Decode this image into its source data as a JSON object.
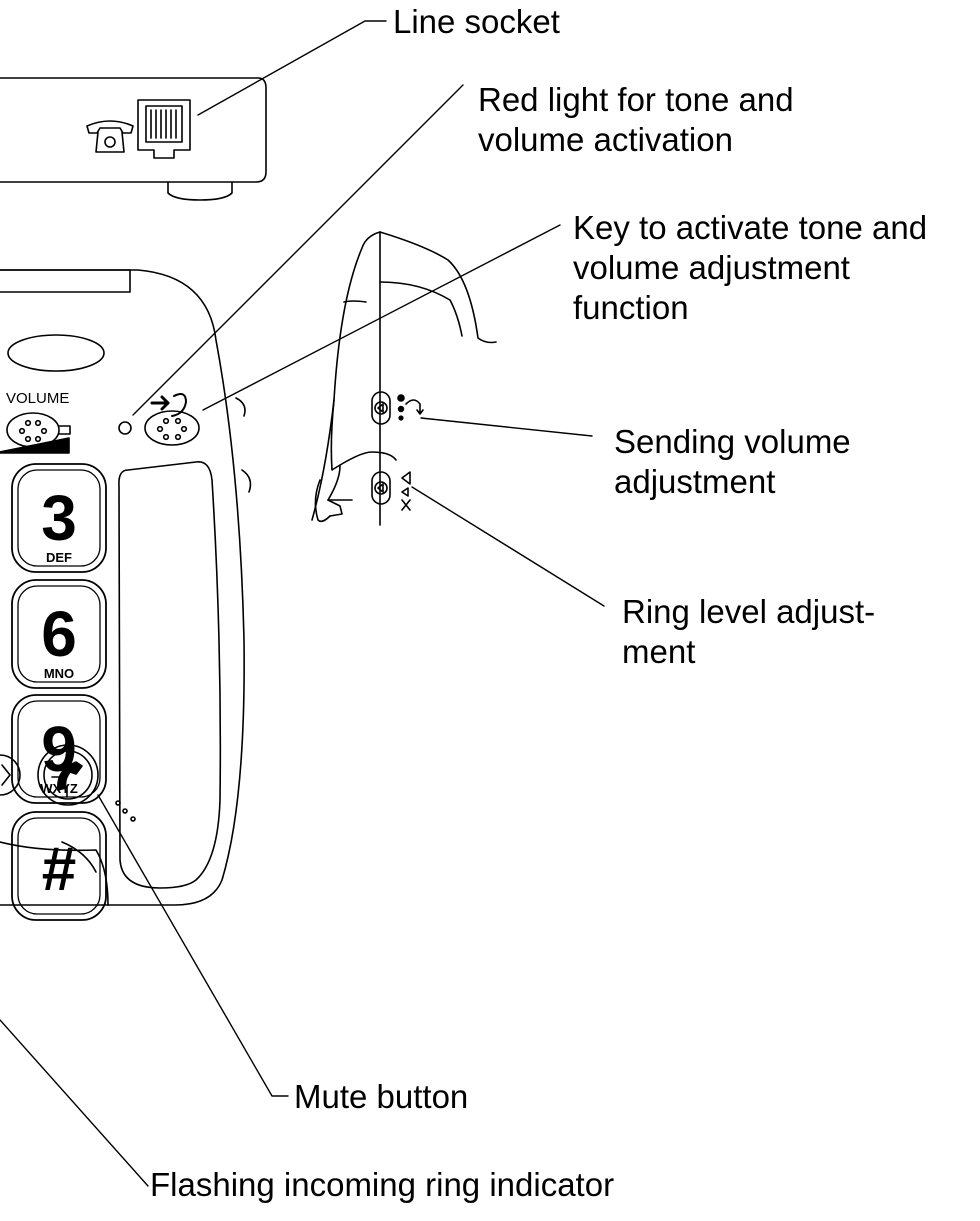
{
  "callouts": {
    "line_socket": "Line socket",
    "red_light": [
      "Red light for tone and",
      "volume activation"
    ],
    "activate_key": [
      "Key to activate tone and",
      "volume adjustment",
      "function"
    ],
    "sending_volume": [
      "Sending volume",
      "adjustment"
    ],
    "ring_level": [
      "Ring level adjust-",
      "ment"
    ],
    "mute_button": "Mute button",
    "ring_indicator": "Flashing incoming ring indicator"
  },
  "keypad": {
    "volume_label": "VOLUME",
    "keys": [
      {
        "digit": "3",
        "letters": "DEF"
      },
      {
        "digit": "6",
        "letters": "MNO"
      },
      {
        "digit": "9",
        "letters": "WXYZ"
      },
      {
        "digit": "#",
        "letters": ""
      }
    ]
  }
}
